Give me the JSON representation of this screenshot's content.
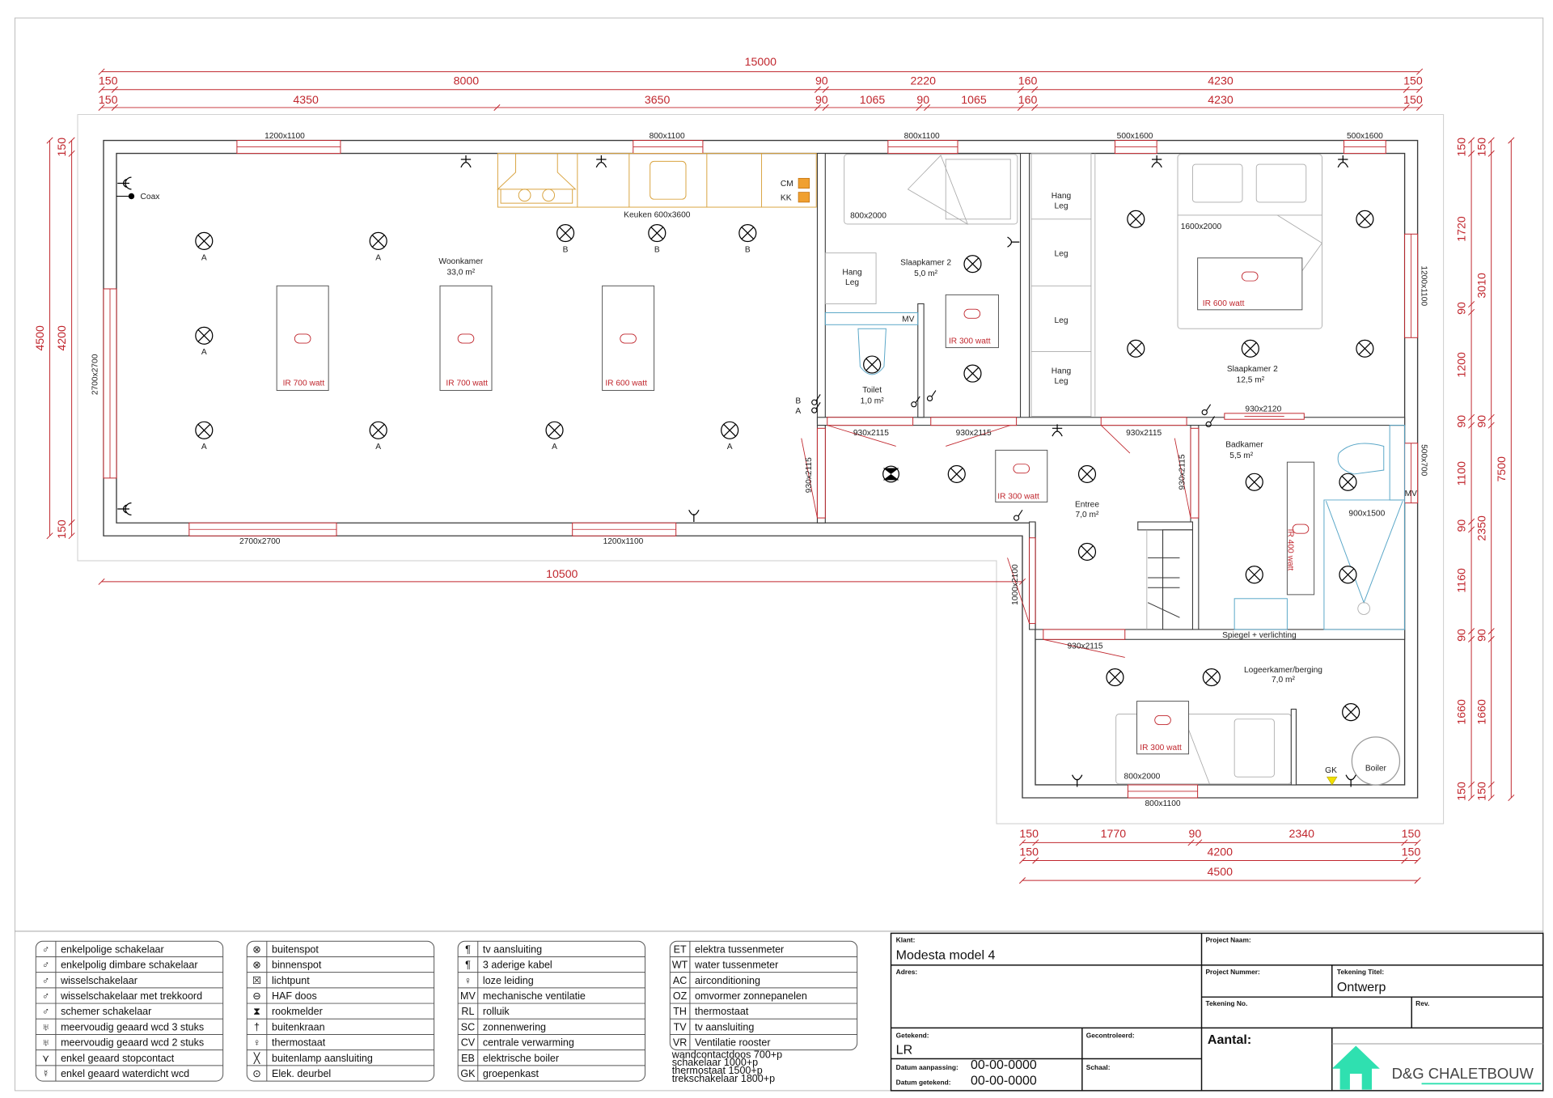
{
  "dimensions": {
    "top_total": [
      "15000"
    ],
    "top_row2": [
      "150",
      "8000",
      "90",
      "2220",
      "160",
      "4230",
      "150"
    ],
    "top_row3": [
      "150",
      "4350",
      "3650",
      "90",
      "1065",
      "90",
      "1065",
      "160",
      "4230",
      "150"
    ],
    "left_total": [
      "4500"
    ],
    "left_row": [
      "150",
      "4200",
      "150"
    ],
    "right_col1": [
      "150",
      "1720",
      "90",
      "1200",
      "90",
      "1100",
      "90",
      "1160",
      "90",
      "1660",
      "150"
    ],
    "right_col2": [
      "150",
      "3010",
      "90",
      "2350",
      "90",
      "1660",
      "150"
    ],
    "right_total": [
      "7500"
    ],
    "bottom_row1": [
      "150",
      "1770",
      "90",
      "2340",
      "150"
    ],
    "bottom_row2": [
      "150",
      "4200",
      "150"
    ],
    "bottom_total": [
      "4500"
    ],
    "living_bottom": [
      "10500"
    ]
  },
  "rooms": {
    "woonkamer": {
      "name": "Woonkamer",
      "area": "33,0 m²"
    },
    "keuken": {
      "name": "Keuken 600x3600"
    },
    "slaapkamer_small": {
      "name": "Slaapkamer 2",
      "area": "5,0 m²"
    },
    "toilet": {
      "name": "Toilet",
      "area": "1,0 m²"
    },
    "slaapkamer_large": {
      "name": "Slaapkamer 2",
      "area": "12,5 m²"
    },
    "entree": {
      "name": "Entree",
      "area": "7,0 m²"
    },
    "badkamer": {
      "name": "Badkamer",
      "area": "5,5 m²"
    },
    "logeerkamer": {
      "name": "Logeerkamer/berging",
      "area": "7,0 m²"
    }
  },
  "light_groups": {
    "a": "A",
    "b": "B"
  },
  "ir_panels": [
    "IR 700 watt",
    "IR 700 watt",
    "IR 600 watt",
    "IR 300 watt",
    "IR 600 watt",
    "IR 300 watt",
    "IR 400 watt",
    "IR 300 watt"
  ],
  "windows": [
    "1200x1100",
    "800x1100",
    "800x1100",
    "500x1600",
    "500x1600",
    "1200x1100",
    "500x700",
    "2700x2700",
    "1200x1100",
    "2700x2700",
    "800x1100"
  ],
  "doors": [
    "930x2115",
    "930x2115",
    "930x2115",
    "930x2115",
    "930x2115",
    "930x2120",
    "1000x2100",
    "930x2115"
  ],
  "fixtures": {
    "coax": "Coax",
    "cm": "CM",
    "kk": "KK",
    "bed_small": "800x2000",
    "bed_double": "1600x2000",
    "bed_guest": "800x2000",
    "wardrobe_small": [
      "Hang",
      "Leg"
    ],
    "wardrobe_large": [
      [
        "Hang",
        "Leg"
      ],
      [
        "Leg"
      ],
      [
        "Leg"
      ],
      [
        "Hang",
        "Leg"
      ]
    ],
    "mv_toilet": "MV",
    "mv_bath": "MV",
    "shower": "900x1500",
    "mirror": "Spiegel + verlichting",
    "gk": "GK",
    "boiler": "Boiler",
    "switch_b": "B",
    "switch_a": "A"
  },
  "legend": {
    "col1": [
      "enkelpolige schakelaar",
      "enkelpolig dimbare schakelaar",
      "wisselschakelaar",
      "wisselschakelaar met trekkoord",
      "schemer schakelaar",
      "meervoudig geaard wcd 3 stuks",
      "meervoudig geaard wcd 2 stuks",
      "enkel geaard stopcontact",
      "enkel geaard waterdicht wcd"
    ],
    "col2": [
      "buitenspot",
      "binnenspot",
      "lichtpunt",
      "HAF doos",
      "rookmelder",
      "buitenkraan",
      "thermostaat",
      "buitenlamp aansluiting",
      "Elek. deurbel"
    ],
    "col3": [
      [
        "",
        "tv aansluiting"
      ],
      [
        "",
        "3 aderige kabel"
      ],
      [
        "",
        "loze leiding"
      ],
      [
        "MV",
        "mechanische ventilatie"
      ],
      [
        "RL",
        "rolluik"
      ],
      [
        "SC",
        "zonnenwering"
      ],
      [
        "CV",
        "centrale verwarming"
      ],
      [
        "EB",
        "elektrische boiler"
      ],
      [
        "GK",
        "groepenkast"
      ]
    ],
    "col4": [
      [
        "ET",
        "elektra tussenmeter"
      ],
      [
        "WT",
        "water tussenmeter"
      ],
      [
        "AC",
        "airconditioning"
      ],
      [
        "OZ",
        "omvormer zonnepanelen"
      ],
      [
        "TH",
        "thermostaat"
      ],
      [
        "TV",
        "tv aansluiting"
      ],
      [
        "VR",
        "Ventilatie rooster"
      ]
    ],
    "notes": [
      "wandcontactdoos 700+p",
      "schakelaar 1000+p",
      "thermostaat 1500+p",
      "trekschakelaar 1800+p"
    ]
  },
  "title_block": {
    "klant_label": "Klant:",
    "klant": "Modesta model 4",
    "project_naam_label": "Project Naam:",
    "adres_label": "Adres:",
    "project_nummer_label": "Project Nummer:",
    "tekening_titel_label": "Tekening Titel:",
    "tekening_titel": "Ontwerp",
    "tekening_no_label": "Tekening No.",
    "rev_label": "Rev.",
    "getekend_label": "Getekend:",
    "getekend": "LR",
    "gecontroleerd_label": "Gecontroleerd:",
    "datum_aanpassing_label": "Datum aanpassing:",
    "datum_aanpassing": "00-00-0000",
    "datum_getekend_label": "Datum getekend:",
    "datum_getekend": "00-00-0000",
    "schaal_label": "Schaal:",
    "aantal_label": "Aantal:",
    "logo_text": "D&G CHALETBOUW"
  },
  "colors": {
    "dimension": "#c0262d",
    "kitchen": "#d9a441",
    "sanitary": "#5aa7c8",
    "logo": "#2fe0b0"
  }
}
